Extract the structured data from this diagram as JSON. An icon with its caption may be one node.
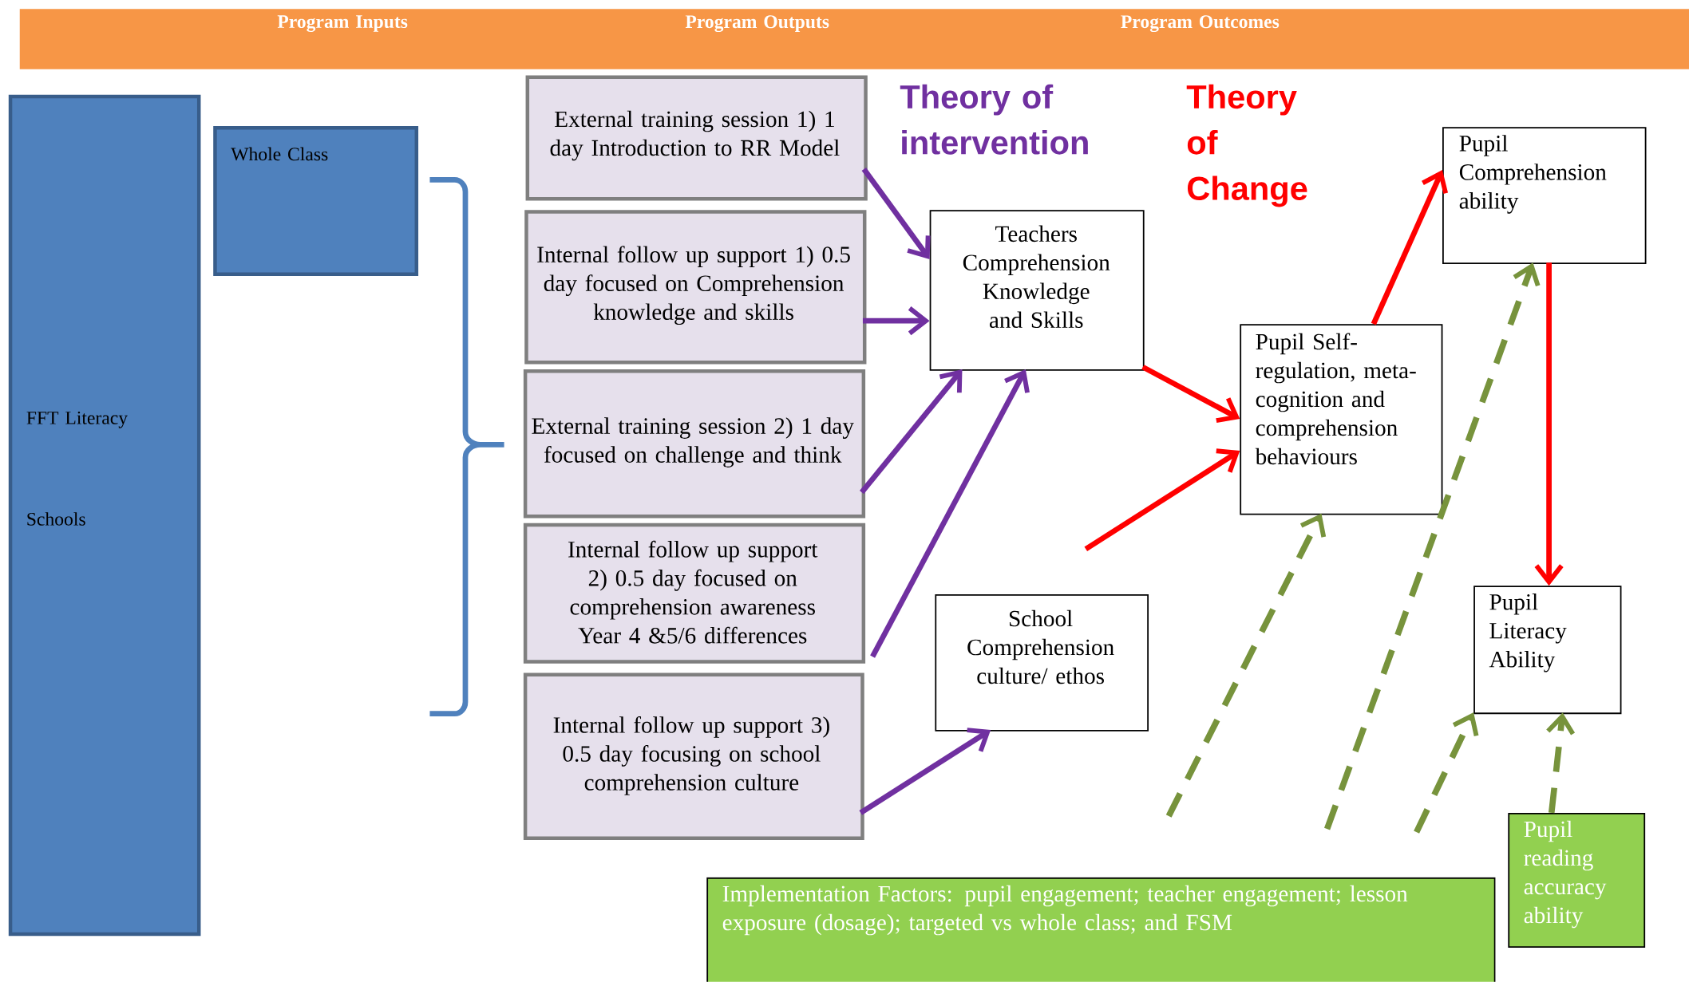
{
  "diagram": {
    "nodes": [
      {
        "text": [
          "Program Inputs",
          "Program Outputs",
          "Program Outcomes"
        ]
      },
      {
        "text": [
          "FFT Literacy",
          "Schools"
        ]
      },
      {
        "text": [
          "Whole Class"
        ]
      },
      {
        "text": [
          "External training session 1) 1 day Introduction to RR Model"
        ]
      },
      {
        "text": [
          "Internal follow up support 1) 0.5 day focused on Comprehension knowledge and skills"
        ]
      },
      {
        "text": [
          "External training session 2) 1 day focused on challenge and think"
        ]
      },
      {
        "text": [
          "Internal follow up support 2) 0.5 day focused on comprehension awareness Year 4 &5/6 differences"
        ]
      },
      {
        "text": [
          "Internal follow up support 3) 0.5 day focusing on school comprehension culture"
        ]
      },
      {
        "text": [
          "Teachers Comprehension Knowledge and Skills"
        ]
      },
      {
        "text": [
          "School Comprehension culture/ ethos"
        ]
      },
      {
        "text": [
          "Pupil Self-regulation, meta-cognition and comprehension behaviours"
        ]
      },
      {
        "text": [
          "Pupil Comprehension ability"
        ]
      },
      {
        "text": [
          "Pupil Literacy Ability"
        ]
      },
      {
        "text": [
          "Implementation Factors: pupil engagement; teacher engagement; lesson exposure (dosage); targeted vs whole class; and FSM"
        ]
      },
      {
        "text": [
          "Pupil reading accuracy ability"
        ]
      }
    ],
    "edges": [
      {
        "from": 3,
        "to": 8,
        "arrow": "to",
        "color": "#7030a0"
      },
      {
        "from": 4,
        "to": 8,
        "arrow": "to",
        "color": "#7030a0"
      },
      {
        "from": 5,
        "to": 8,
        "arrow": "to",
        "color": "#7030a0"
      },
      {
        "from": 6,
        "to": 8,
        "arrow": "to",
        "color": "#7030a0"
      },
      {
        "from": 7,
        "to": 9,
        "arrow": "to",
        "color": "#7030a0"
      },
      {
        "from": 8,
        "to": 10,
        "arrow": "to",
        "color": "#ff0000"
      },
      {
        "from": null,
        "to": 10,
        "arrow": "to",
        "color": "#ff0000"
      },
      {
        "from": 10,
        "to": 11,
        "arrow": "to",
        "color": "#ff0000"
      },
      {
        "from": 11,
        "to": 12,
        "arrow": "to",
        "color": "#ff0000"
      },
      {
        "from": null,
        "to": 10,
        "arrow": "to",
        "style": "dashed",
        "color": "#77933c"
      },
      {
        "from": null,
        "to": 11,
        "arrow": "to",
        "style": "dashed",
        "color": "#77933c"
      },
      {
        "from": null,
        "to": 12,
        "arrow": "to",
        "style": "dashed",
        "color": "#77933c"
      },
      {
        "from": 14,
        "to": 12,
        "arrow": "to",
        "style": "dashed",
        "color": "#77933c"
      }
    ],
    "labels": [
      "Theory of intervention",
      "Theory of Change"
    ]
  }
}
